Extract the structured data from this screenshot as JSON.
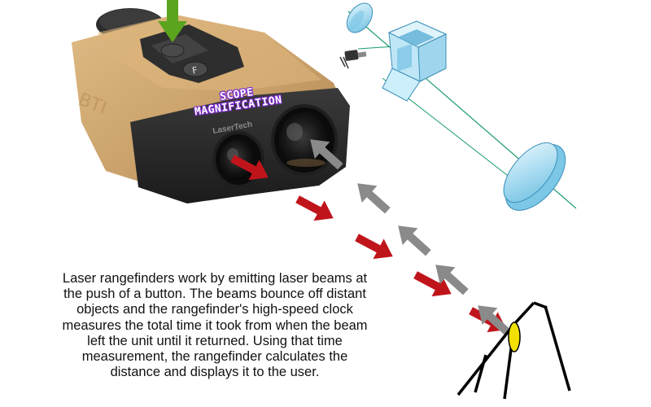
{
  "device": {
    "brand_text": "LaserTech",
    "button_f_label": "F",
    "scope_label_line1": "SCOPE",
    "scope_label_line2": "MAGNIFICATION"
  },
  "description": "Laser rangefinders work by emitting laser beams at the push of a button. The beams bounce off distant objects and the rangefinder's high-speed clock measures the total time it took from when the beam left the unit until it returned. Using that time measurement, the rangefinder calculates the distance and displays it to the user.",
  "colors": {
    "device_body": "#c9a06a",
    "device_dark": "#2b2b2b",
    "outgoing_arrow": "#c0141b",
    "return_arrow": "#8a8a8a",
    "push_arrow": "#5aa41e",
    "optics_blue": "#8fd3ef",
    "beam_line": "#1a9c6a",
    "target_yellow": "#f2e000",
    "scope_label_purple": "#7b2cc9"
  },
  "icons": {
    "push_arrow": "green-down-arrow-icon",
    "outgoing_arrows": "red-arrow-icon",
    "return_arrows": "gray-arrow-icon",
    "target": "tripod-target-icon"
  }
}
